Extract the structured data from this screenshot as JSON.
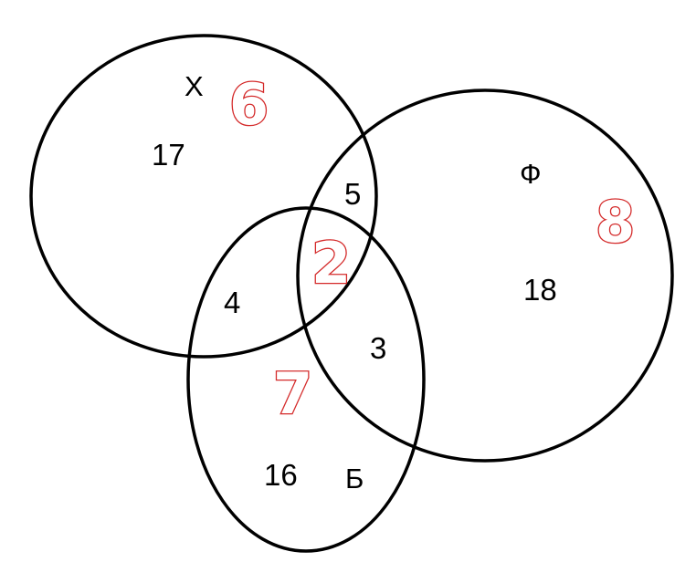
{
  "diagram": {
    "type": "venn",
    "sets": [
      {
        "id": "x",
        "label": "Х"
      },
      {
        "id": "f",
        "label": "Ф"
      },
      {
        "id": "b",
        "label": "Б"
      }
    ],
    "region_counts": {
      "x_only": "17",
      "x_and_f": "5",
      "x_and_b": "4",
      "f_only": "18",
      "f_and_b": "3",
      "b_only": "16"
    },
    "red_marks": {
      "x": "6",
      "f": "8",
      "center": "2",
      "b": "7"
    },
    "colors": {
      "outline": "#000000",
      "text": "#000000",
      "red_mark": "#d42a2a"
    }
  }
}
